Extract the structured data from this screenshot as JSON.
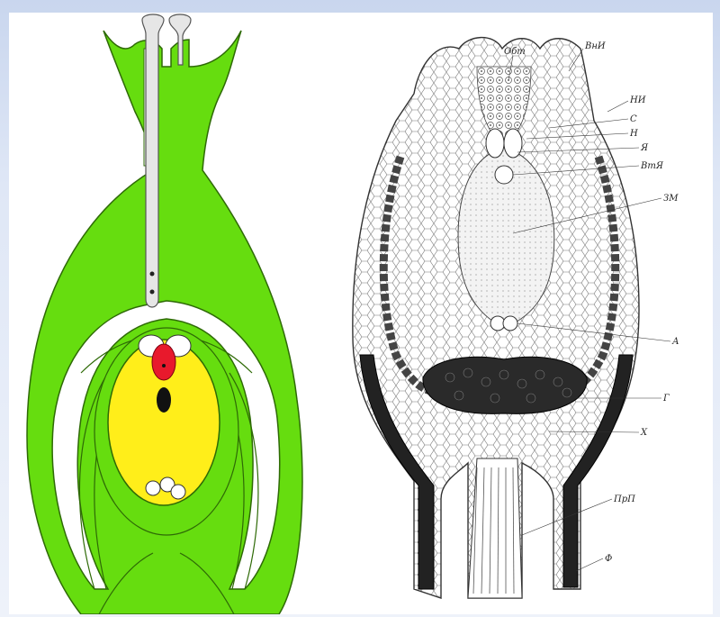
{
  "diagram": {
    "colors": {
      "integument": "#66dd0f",
      "integument_stroke": "#2e6a06",
      "embryo_sac": "#ffee1a",
      "egg_cell": "#e8192c",
      "pollen_tube": "#e6e6e6",
      "background": "#c9d6ee"
    },
    "labels": [
      {
        "id": "obt",
        "text": "Обт"
      },
      {
        "id": "vni",
        "text": "ВнИ"
      },
      {
        "id": "ni",
        "text": "НИ"
      },
      {
        "id": "s",
        "text": "С"
      },
      {
        "id": "n",
        "text": "Н"
      },
      {
        "id": "ya",
        "text": "Я"
      },
      {
        "id": "vtya",
        "text": "ВтЯ"
      },
      {
        "id": "zm",
        "text": "ЗМ"
      },
      {
        "id": "a",
        "text": "А"
      },
      {
        "id": "g",
        "text": "Г"
      },
      {
        "id": "kh",
        "text": "Х"
      },
      {
        "id": "prp",
        "text": "ПрП"
      },
      {
        "id": "f",
        "text": "Ф"
      }
    ]
  }
}
